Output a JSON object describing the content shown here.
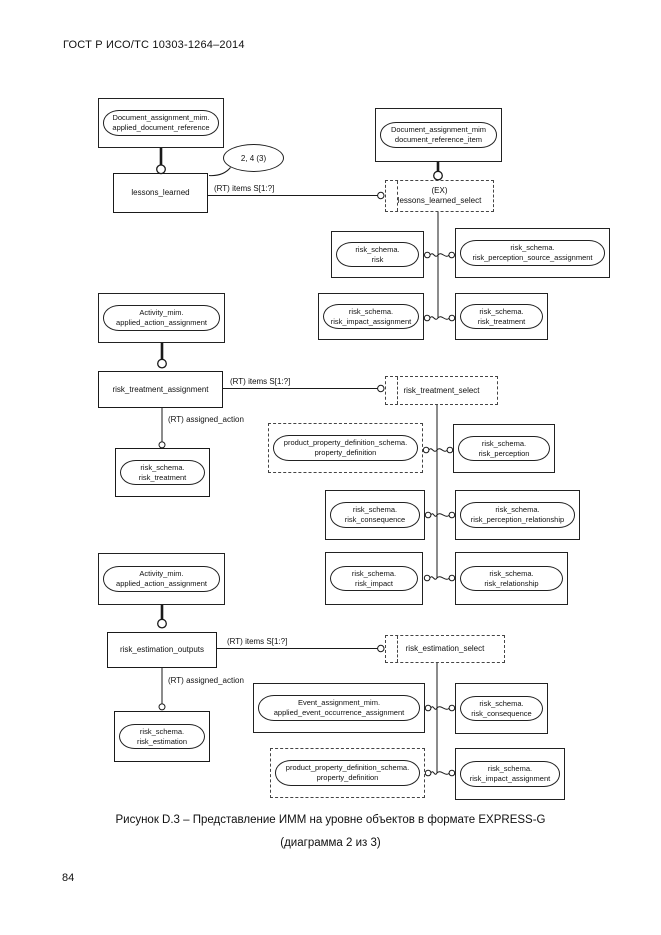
{
  "header": {
    "standard": "ГОСТ Р ИСО/ТС 10303-1264–2014"
  },
  "footer": {
    "page_number": "84"
  },
  "caption": {
    "line1": "Рисунок D.3 – Представление ИММ на уровне объектов в формате EXPRESS-G",
    "line2": "(диаграмма 2 из 3)"
  },
  "diagram": {
    "page_ref": "2, 4 (3)",
    "labels": {
      "items_set": "(RT) items S[1:?]",
      "assigned_action": "(RT) assigned_action"
    },
    "nodes": {
      "doc_applied": "Document_assignment_mim.\napplied_document_reference",
      "doc_item": "Document_assignment_mim\ndocument_reference_item",
      "lessons_learned": "lessons_learned",
      "lessons_select": "(EX)\nlessons_learned_select",
      "risk": "risk_schema.\nrisk",
      "risk_perception_source_assignment": "risk_schema.\nrisk_perception_source_assignment",
      "risk_impact_assignment": "risk_schema.\nrisk_impact_assignment",
      "risk_treatment": "risk_schema.\nrisk_treatment",
      "activity": "Activity_mim.\napplied_action_assignment",
      "risk_treatment_assignment": "risk_treatment_assignment",
      "risk_treatment_select": "risk_treatment_select",
      "risk_treatment_target": "risk_schema.\nrisk_treatment",
      "property_definition": "product_property_definition_schema.\nproperty_definition",
      "risk_perception": "risk_schema.\nrisk_perception",
      "risk_consequence": "risk_schema.\nrisk_consequence",
      "risk_perception_relationship": "risk_schema.\nrisk_perception_relationship",
      "risk_impact": "risk_schema.\nrisk_impact",
      "risk_relationship": "risk_schema.\nrisk_relationship",
      "risk_estimation_outputs": "risk_estimation_outputs",
      "risk_estimation_select": "risk_estimation_select",
      "risk_estimation_target": "risk_schema.\nrisk_estimation",
      "event_assignment": "Event_assignment_mim.\napplied_event_occurrence_assignment",
      "risk_consequence_b": "risk_schema.\nrisk_consequence",
      "property_definition_b": "product_property_definition_schema.\nproperty_definition",
      "risk_impact_assignment_b": "risk_schema.\nrisk_impact_assignment"
    }
  }
}
